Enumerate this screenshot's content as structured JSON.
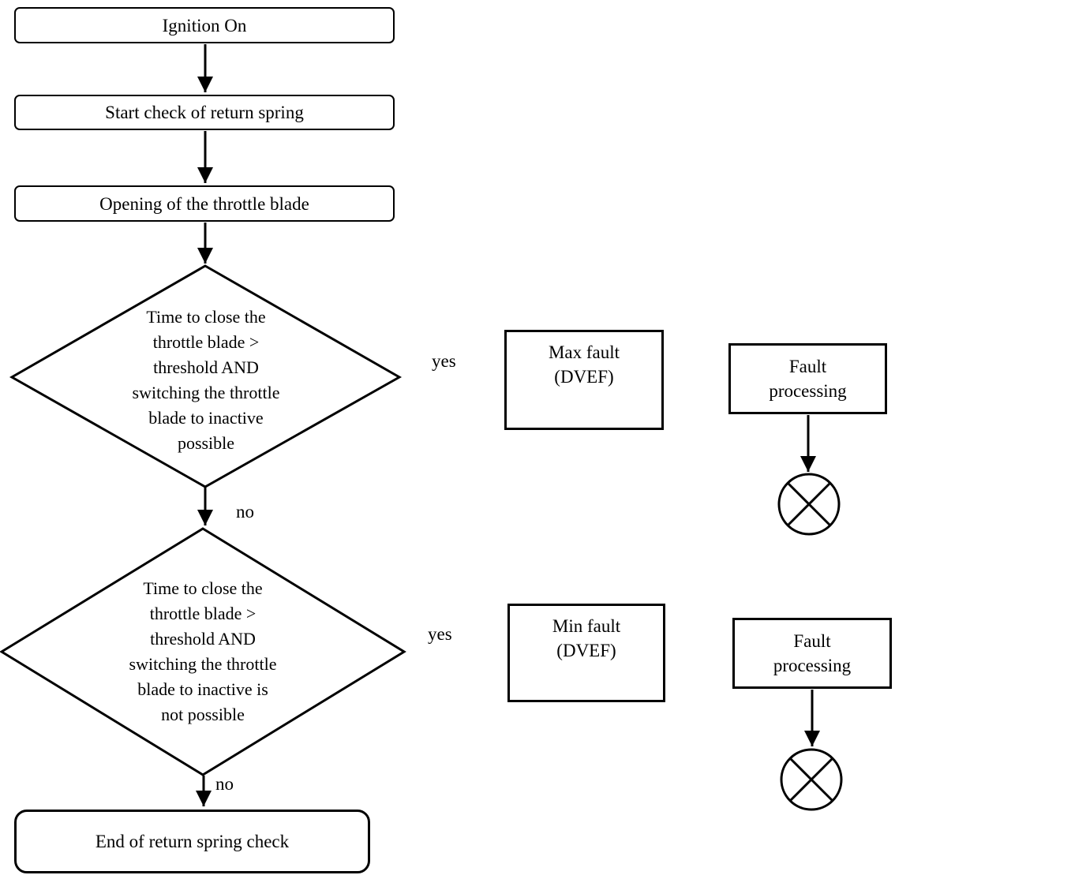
{
  "diagram": {
    "background": "#ffffff",
    "line_color": "#000000",
    "text_color": "#000000",
    "nodes": {
      "ignition_on": {
        "type": "process",
        "label": "Ignition On"
      },
      "start_check": {
        "type": "process",
        "label": "Start check of return spring"
      },
      "opening_throttle": {
        "type": "process",
        "label": "Opening of the throttle blade"
      },
      "decision_1": {
        "type": "decision",
        "label": "Time to close the\nthrottle blade >\nthreshold AND\nswitching the throttle\nblade to inactive\npossible"
      },
      "max_fault": {
        "type": "process",
        "label": "Max fault\n(DVEF)"
      },
      "fault_processing_1": {
        "type": "process",
        "label": "Fault\nprocessing"
      },
      "terminator_1": {
        "type": "terminator-circle-x",
        "label": ""
      },
      "decision_2": {
        "type": "decision",
        "label": "Time to close the\nthrottle blade >\nthreshold AND\nswitching the throttle\nblade to inactive is\nnot possible"
      },
      "min_fault": {
        "type": "process",
        "label": "Min fault\n(DVEF)"
      },
      "fault_processing_2": {
        "type": "process",
        "label": "Fault\nprocessing"
      },
      "terminator_2": {
        "type": "terminator-circle-x",
        "label": ""
      },
      "end_check": {
        "type": "terminator",
        "label": "End of return spring check"
      }
    },
    "edge_labels": {
      "decision_1_yes": "yes",
      "decision_1_no": "no",
      "decision_2_yes": "yes",
      "decision_2_no": "no"
    }
  }
}
